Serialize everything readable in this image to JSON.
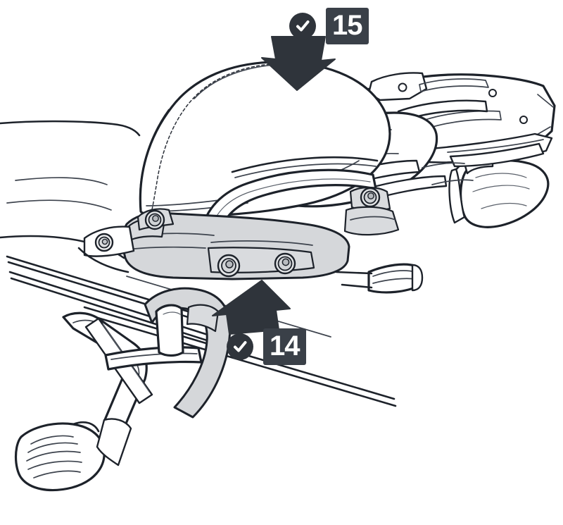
{
  "illustration": {
    "title": "Motorcycle rear subframe and luggage rack mounting",
    "background_color": "#ffffff",
    "line_color": "#1d222a",
    "thin_line_color": "#4a505a",
    "bracket_fill": "#d5d7da",
    "part_fill": "#ffffff",
    "shade_fill": "#e9eaec",
    "type": "technical-line-drawing"
  },
  "callouts": [
    {
      "id": "callout-15",
      "number": "15",
      "check_icon": "check-circle-icon",
      "arrow_icon": "arrow-down-icon",
      "arrow_direction": "down",
      "badge_color": "#3a4048",
      "check_color": "#2f343b",
      "target": "seat"
    },
    {
      "id": "callout-14",
      "number": "14",
      "check_icon": "check-circle-icon",
      "arrow_icon": "arrow-up-icon",
      "arrow_direction": "up",
      "badge_color": "#3a4048",
      "check_color": "#2f343b",
      "target": "mounting-bracket"
    }
  ],
  "parts": {
    "seat": "seat",
    "luggage_rack": "luggage-rack",
    "grab_rail": "grab-rail",
    "mounting_bracket": "mounting-bracket",
    "tail_section": "tail-section",
    "center_stand": "center-stand",
    "footpeg": "passenger-footpeg",
    "frame_rails": "frame-rails",
    "side_panel": "side-panel",
    "bolts": "bolt-head"
  }
}
